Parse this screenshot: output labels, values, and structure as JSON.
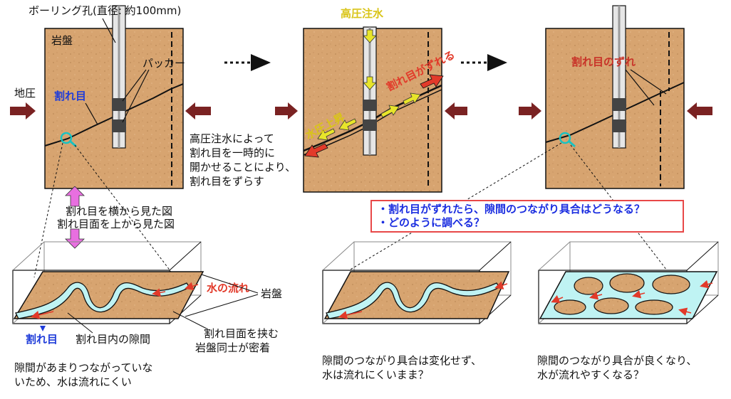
{
  "labels": {
    "borehole": "ボーリング孔(直径: 約100mm)",
    "bedrock_top": "岩盤",
    "packer": "パッカー",
    "earth_pressure": "地圧",
    "fracture": "割れ目",
    "high_pressure_injection": "高圧注水",
    "water_pressure_rise": "水圧上昇",
    "fracture_slips": "割れ目がずれる",
    "fracture_slip": "割れ目のずれ",
    "process_line1": "高圧注水によって",
    "process_line2": "割れ目を一時的に",
    "process_line3": "開かせることにより、",
    "process_line4": "割れ目をずらす",
    "side_view": "割れ目を横から見た図",
    "top_view": "割れ目面を上から見た図",
    "question1": "・割れ目がずれたら、隙間のつながり具合はどうなる？",
    "question2": "・どのように調べる？",
    "water_flow": "水の流れ",
    "bedrock": "岩盤",
    "fracture_bottom": "割れ目",
    "gap_inside": "割れ目内の隙間",
    "contact_line1": "割れ目面を挟む",
    "contact_line2": "岩盤同士が密着",
    "caption_left_1": "隙間があまりつながっていな",
    "caption_left_2": "いため、水は流れにくい",
    "caption_mid_1": "隙間のつながり具合は変化せず、",
    "caption_mid_2": "水は流れにくいまま？",
    "caption_right_1": "隙間のつながり具合が良くなり、",
    "caption_right_2": "水が流れやすくなる？"
  },
  "colors": {
    "rock": "#d7a470",
    "rock_dark": "#b98551",
    "water": "#bff3f3",
    "pressure_arrow": "#7a2222",
    "injection_arrow": "#e8e52a",
    "slip_arrow": "#e23a2a",
    "view_arrow": "#e86fe0",
    "question_border": "#e84848",
    "question_text": "#1a2de0",
    "fracture_label": "#1f3cd9",
    "water_flow_label": "#e23a2a",
    "slip_label": "#c83228",
    "injection_label": "#d9c417",
    "magnifier": "#19c2c2"
  }
}
